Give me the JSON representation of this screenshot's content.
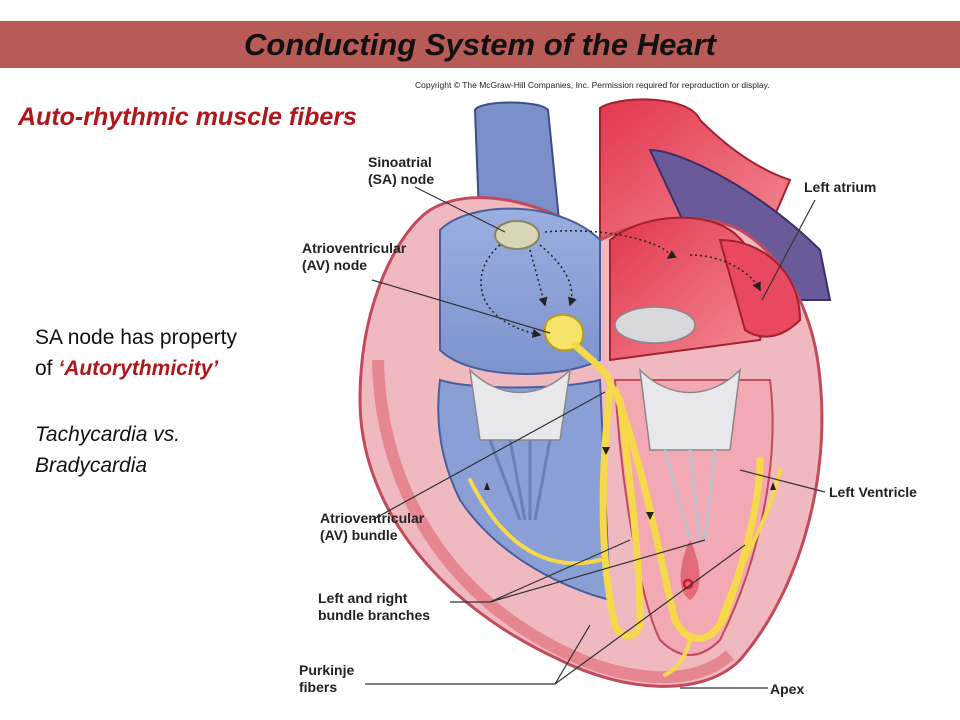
{
  "title": "Conducting System of the Heart",
  "copyright": "Copyright © The McGraw-Hill Companies, Inc. Permission required for reproduction or display.",
  "subtitle": "Auto-rhythmic muscle fibers",
  "body": {
    "line1": "SA node has property",
    "line2_prefix": "of ",
    "line2_emphasis": "‘Autorythmicity’",
    "line3": "Tachycardia vs.",
    "line4": "Bradycardia"
  },
  "labels": {
    "sa_node_1": "Sinoatrial",
    "sa_node_2": "(SA) node",
    "av_node_1": "Atrioventricular",
    "av_node_2": "(AV) node",
    "left_atrium": "Left atrium",
    "left_ventricle": "Left Ventricle",
    "av_bundle_1": "Atrioventricular",
    "av_bundle_2": "(AV) bundle",
    "bundle_branches_1": "Left and right",
    "bundle_branches_2": "bundle branches",
    "purkinje_1": "Purkinje",
    "purkinje_2": "fibers",
    "apex": "Apex"
  },
  "colors": {
    "title_bar": "#b85a55",
    "accent_red": "#b0161a",
    "conduction_yellow": "#f5d94a",
    "right_heart_blue": "#8fa3d6",
    "left_heart_red": "#e85a6a",
    "myocardium_pink": "#f0b8bf"
  }
}
